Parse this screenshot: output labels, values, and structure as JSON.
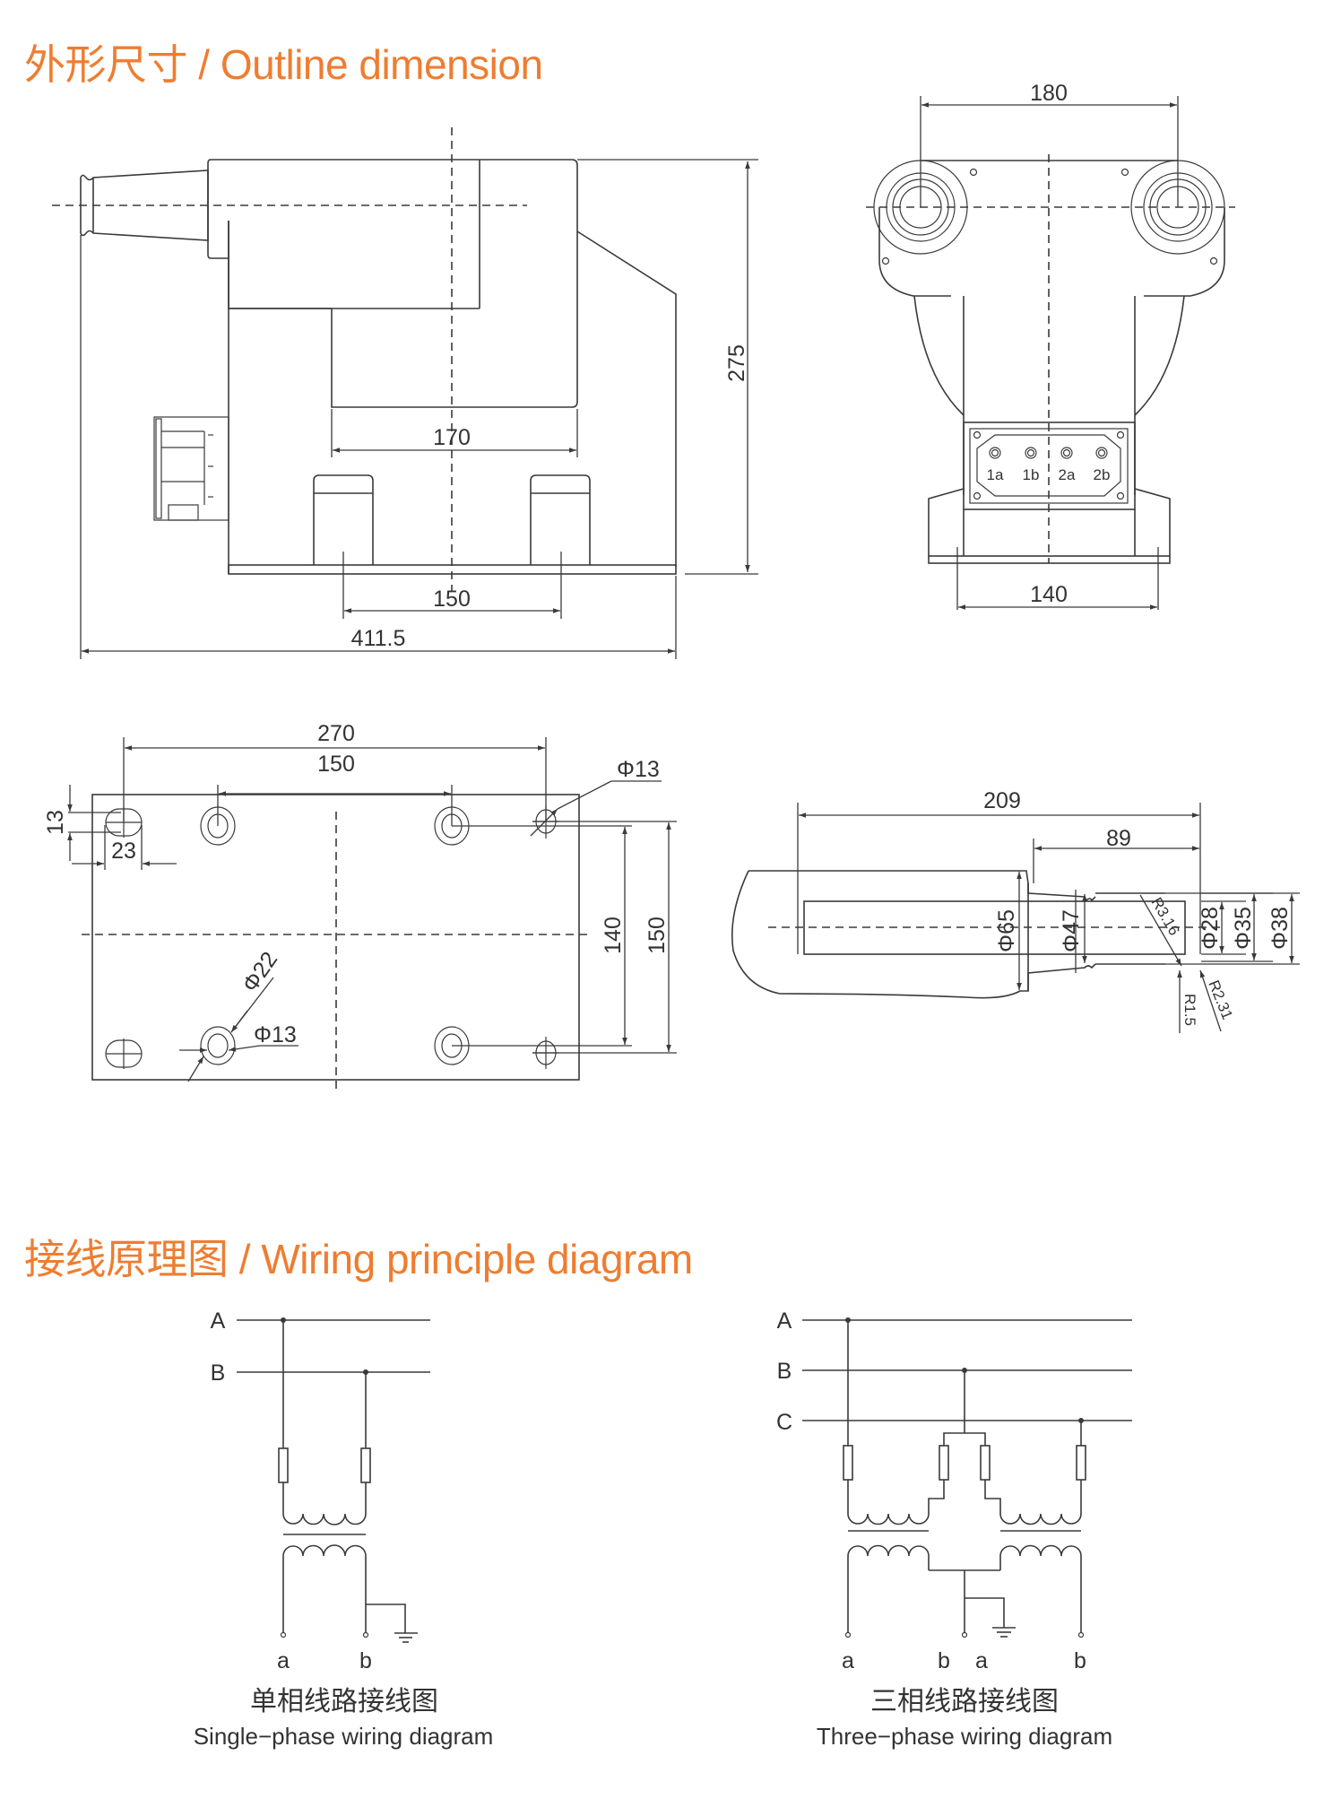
{
  "sections": {
    "outline_title": "外形尺寸 / Outline dimension",
    "wiring_title": "接线原理图 / Wiring principle diagram"
  },
  "colors": {
    "accent": "#EE7D31",
    "line": "#3a3a3a"
  },
  "side_view": {
    "dim_height": "275",
    "dim_window": "170",
    "dim_feet": "150",
    "dim_length": "411.5"
  },
  "front_view": {
    "dim_bushing_spacing": "180",
    "dim_base": "140",
    "terminals": [
      "1a",
      "1b",
      "2a",
      "2b"
    ]
  },
  "base_plan": {
    "dim_outer_holes": "270",
    "dim_inner_holes": "150",
    "dim_slot_width": "13",
    "dim_slot_length": "23",
    "dim_hole_small_top": "Φ13",
    "dim_counterbore": "Φ22",
    "dim_hole_small": "Φ13",
    "dim_inner_spacing_v": "140",
    "dim_outer_spacing_v": "150"
  },
  "bushing_detail": {
    "dim_total": "209",
    "dim_stem": "89",
    "dia_65": "Φ65",
    "dia_47": "Φ47",
    "dia_28": "Φ28",
    "dia_35": "Φ35",
    "dia_38": "Φ38",
    "r_316": "R3.16",
    "r_15": "R1.5",
    "r_231": "R2.31"
  },
  "wiring": {
    "single": {
      "phases": [
        "A",
        "B"
      ],
      "outputs": [
        "a",
        "b"
      ],
      "caption_cn": "单相线路接线图",
      "caption_en": "Single−phase wiring diagram"
    },
    "three": {
      "phases": [
        "A",
        "B",
        "C"
      ],
      "outputs": [
        "a",
        "b",
        "a",
        "b"
      ],
      "caption_cn": "三相线路接线图",
      "caption_en": "Three−phase wiring diagram"
    }
  }
}
